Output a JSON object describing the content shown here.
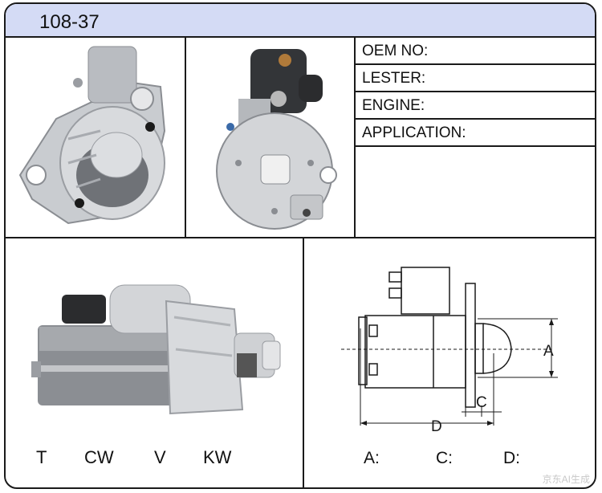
{
  "header": {
    "part_number": "108-37"
  },
  "fields": [
    {
      "label": "OEM NO:"
    },
    {
      "label": "LESTER:"
    },
    {
      "label": "ENGINE:"
    },
    {
      "label": "APPLICATION:"
    }
  ],
  "specs": [
    "T",
    "CW",
    "V",
    "KW"
  ],
  "drawing": {
    "dim_a": "A",
    "dim_c": "C",
    "dim_d": "D"
  },
  "dimension_fields": [
    "A:",
    "C:",
    "D:"
  ],
  "watermark": "京东AI生成",
  "colors": {
    "title_bar": "#d4dbf5",
    "border": "#1a1a1a",
    "metal": "#c9ccd0",
    "dark_metal": "#7c7f84"
  }
}
